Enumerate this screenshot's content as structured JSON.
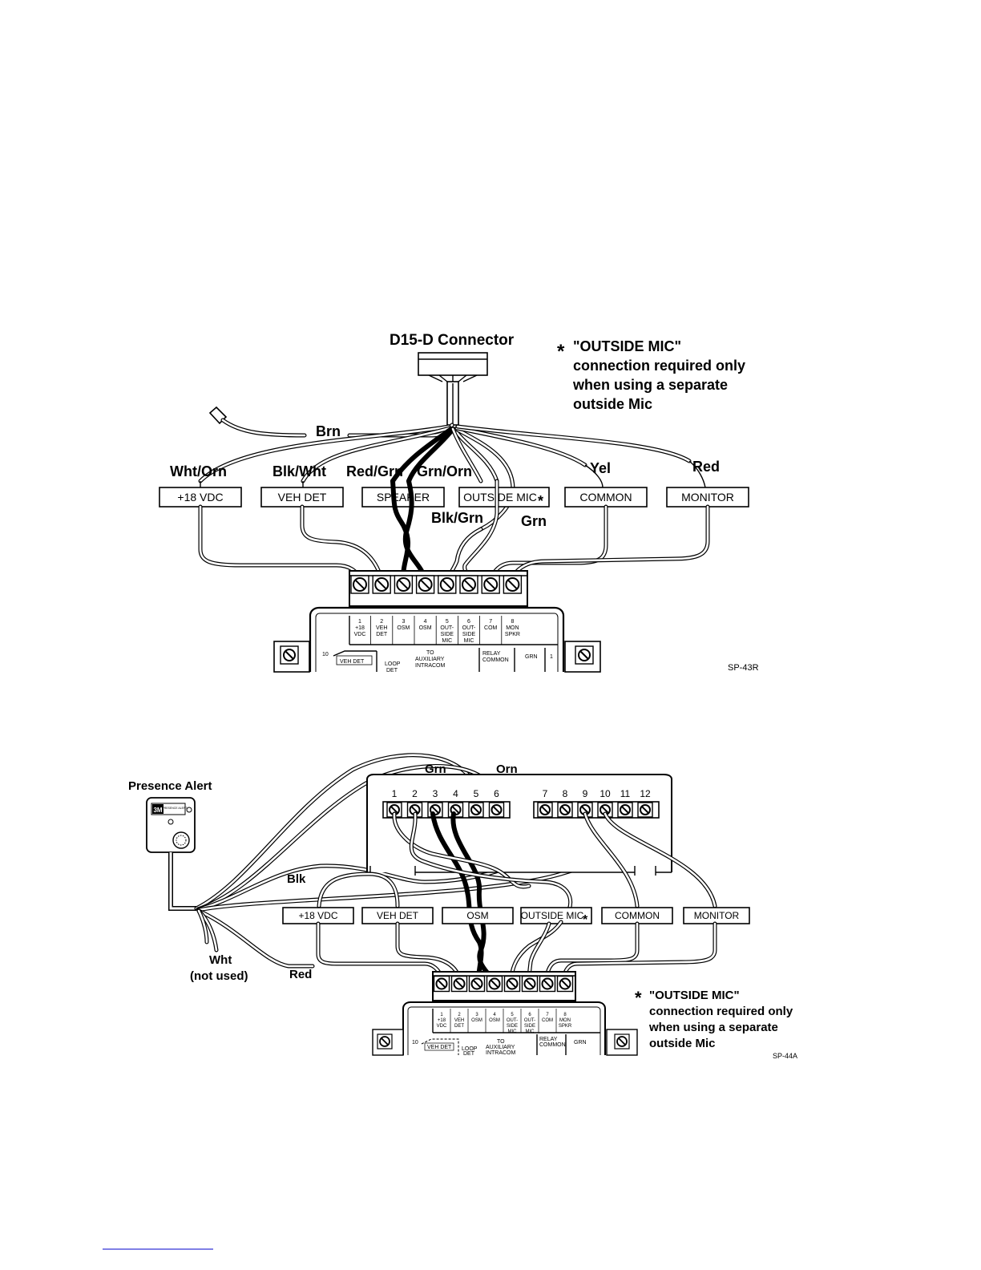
{
  "diagram1": {
    "connector_title": "D15-D Connector",
    "note_star": "*",
    "note_lines": [
      "\"OUTSIDE MIC\"",
      "connection required only",
      "when using a separate",
      "outside Mic"
    ],
    "wire_labels": {
      "brn": "Brn",
      "wht_orn": "Wht/Orn",
      "blk_wht": "Blk/Wht",
      "red_grn": "Red/Grn",
      "grn_orn": "Grn/Orn",
      "yel": "Yel",
      "red": "Red",
      "blk_grn": "Blk/Grn",
      "grn": "Grn"
    },
    "boxes": [
      "+18 VDC",
      "VEH DET",
      "SPEAKER",
      "OUTSIDE MIC",
      "COMMON",
      "MONITOR"
    ],
    "box_star": "*",
    "terminal_labels": [
      {
        "num": "1",
        "l1": "+18",
        "l2": "VDC",
        "l3": ""
      },
      {
        "num": "2",
        "l1": "VEH",
        "l2": "DET",
        "l3": ""
      },
      {
        "num": "3",
        "l1": "OSM",
        "l2": "",
        "l3": ""
      },
      {
        "num": "4",
        "l1": "OSM",
        "l2": "",
        "l3": ""
      },
      {
        "num": "5",
        "l1": "OUT-",
        "l2": "SIDE",
        "l3": "MIC"
      },
      {
        "num": "6",
        "l1": "OUT-",
        "l2": "SIDE",
        "l3": "MIC"
      },
      {
        "num": "7",
        "l1": "COM",
        "l2": "",
        "l3": ""
      },
      {
        "num": "8",
        "l1": "MON",
        "l2": "SPKR",
        "l3": ""
      }
    ],
    "panel_text": {
      "ten": "10",
      "veh_det": "VEH DET",
      "loop": "LOOP",
      "det": "DET",
      "to": "TO",
      "auxiliary": "AUXILIARY",
      "intracom": "INTRACOM",
      "relay": "RELAY",
      "common": "COMMON",
      "grn": "GRN",
      "one": "1"
    },
    "code": "SP-43R"
  },
  "diagram2": {
    "device_title": "Presence Alert",
    "device_logo": "3M",
    "device_plate": "PRESENCE ALERT",
    "top_labels": {
      "grn": "Grn",
      "orn": "Orn"
    },
    "terminal_numbers": [
      "1",
      "2",
      "3",
      "4",
      "5",
      "6",
      "7",
      "8",
      "9",
      "10",
      "11",
      "12"
    ],
    "wire_labels": {
      "blk": "Blk",
      "wht": "Wht",
      "not_used": "(not used)",
      "red": "Red"
    },
    "boxes": [
      "+18 VDC",
      "VEH DET",
      "OSM",
      "OUTSIDE MIC",
      "COMMON",
      "MONITOR"
    ],
    "box_star": "*",
    "terminal_labels": [
      {
        "num": "1",
        "l1": "+18",
        "l2": "VDC",
        "l3": ""
      },
      {
        "num": "2",
        "l1": "VEH",
        "l2": "DET",
        "l3": ""
      },
      {
        "num": "3",
        "l1": "OSM",
        "l2": "",
        "l3": ""
      },
      {
        "num": "4",
        "l1": "OSM",
        "l2": "",
        "l3": ""
      },
      {
        "num": "5",
        "l1": "OUT-",
        "l2": "SIDE",
        "l3": "MIC"
      },
      {
        "num": "6",
        "l1": "OUT-",
        "l2": "SIDE",
        "l3": "MIC"
      },
      {
        "num": "7",
        "l1": "COM",
        "l2": "",
        "l3": ""
      },
      {
        "num": "8",
        "l1": "MON",
        "l2": "SPKR",
        "l3": ""
      }
    ],
    "panel_text": {
      "ten": "10",
      "veh_det": "VEH DET",
      "loop": "LOOP",
      "det": "DET",
      "to": "TO",
      "auxiliary": "AUXILIARY",
      "intracom": "INTRACOM",
      "relay": "RELAY",
      "common": "COMMON",
      "grn": "GRN"
    },
    "note_star": "*",
    "note_lines": [
      "\"OUTSIDE MIC\"",
      "connection required only",
      "when using a separate",
      "outside Mic"
    ],
    "code": "SP-44A"
  }
}
